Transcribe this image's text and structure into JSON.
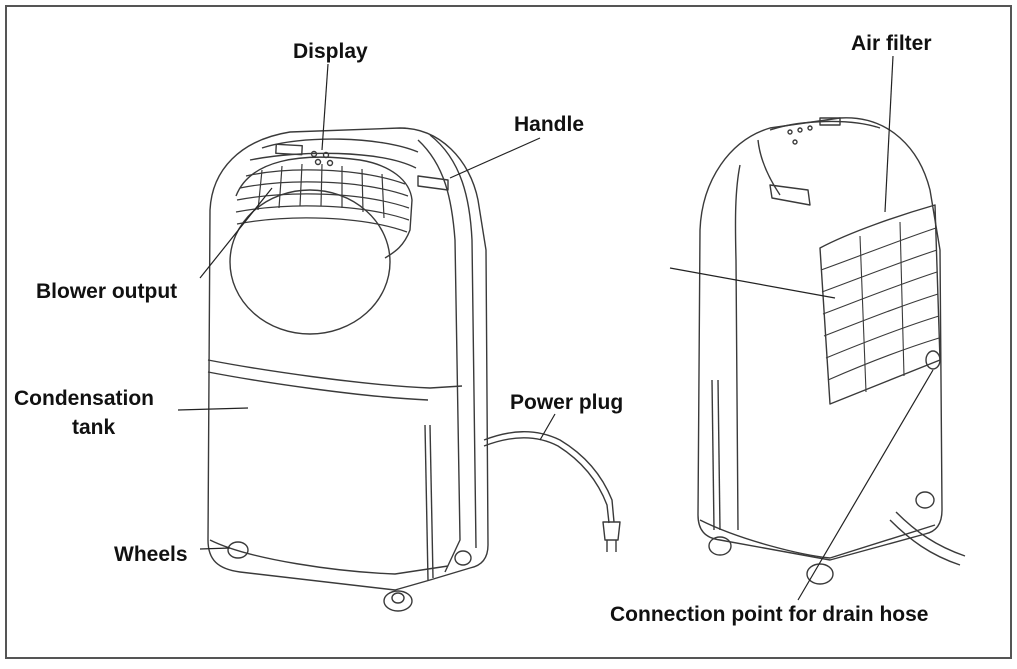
{
  "labels": {
    "display": "Display",
    "handle": "Handle",
    "blower_output": "Blower output",
    "condensation_tank_line1": "Condensation",
    "condensation_tank_line2": "tank",
    "wheels": "Wheels",
    "power_plug": "Power plug",
    "air_filter": "Air filter",
    "drain_hose": "Connection point for drain hose"
  },
  "colors": {
    "line": "#3a3a3a",
    "frame": "#555555",
    "text": "#111111",
    "background": "#ffffff"
  }
}
